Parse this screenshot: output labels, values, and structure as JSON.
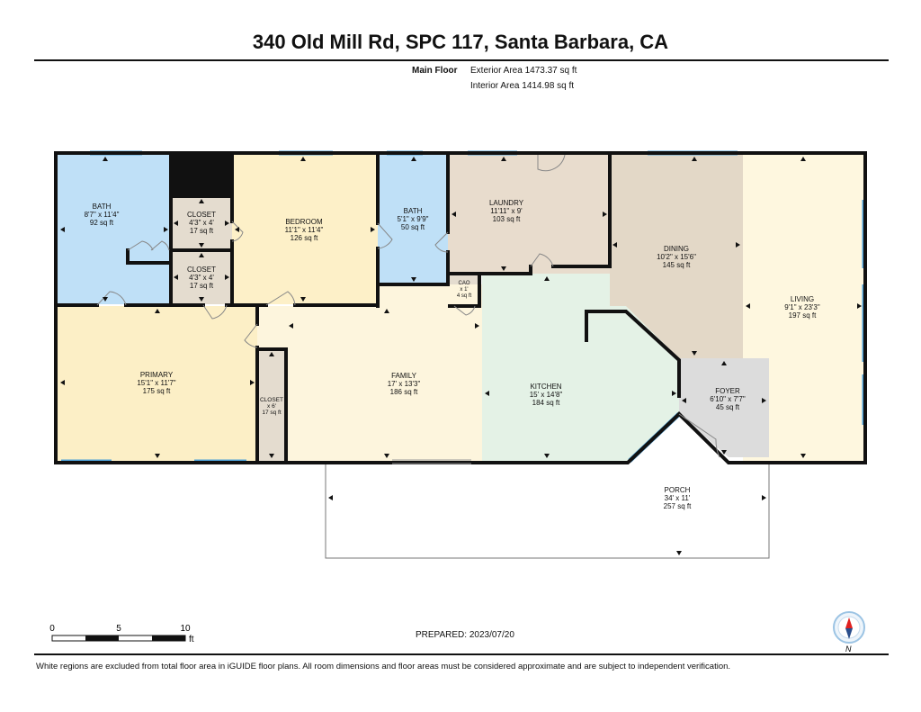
{
  "header": {
    "title": "340 Old Mill Rd, SPC 117, Santa Barbara, CA",
    "floor_label": "Main Floor",
    "exterior_area": "Exterior Area 1473.37 sq ft",
    "interior_area": "Interior Area 1414.98 sq ft"
  },
  "rooms": {
    "bath1": {
      "name": "BATH",
      "dims": "8'7\" x 11'4\"",
      "area": "92 sq ft"
    },
    "closet1": {
      "name": "CLOSET",
      "dims": "4'3\" x 4'",
      "area": "17 sq ft"
    },
    "closet2": {
      "name": "CLOSET",
      "dims": "4'3\" x 4'",
      "area": "17 sq ft"
    },
    "bedroom": {
      "name": "BEDROOM",
      "dims": "11'1\" x 11'4\"",
      "area": "126 sq ft"
    },
    "bath2": {
      "name": "BATH",
      "dims": "5'1\" x 9'9\"",
      "area": "50 sq ft"
    },
    "laundry": {
      "name": "LAUNDRY",
      "dims": "11'11\" x 9'",
      "area": "103 sq ft"
    },
    "cao": {
      "name": "CAO",
      "dims": "x 1'",
      "area": "4 sq ft"
    },
    "dining": {
      "name": "DINING",
      "dims": "10'2\" x 15'6\"",
      "area": "145 sq ft"
    },
    "living": {
      "name": "LIVING",
      "dims": "9'1\" x 23'3\"",
      "area": "197 sq ft"
    },
    "primary": {
      "name": "PRIMARY",
      "dims": "15'1\" x 11'7\"",
      "area": "175 sq ft"
    },
    "closet3": {
      "name": "CLOSET",
      "dims": "x 6'",
      "area": "17 sq ft"
    },
    "family": {
      "name": "FAMILY",
      "dims": "17' x 13'3\"",
      "area": "186 sq ft"
    },
    "kitchen": {
      "name": "KITCHEN",
      "dims": "15' x 14'8\"",
      "area": "184 sq ft"
    },
    "foyer": {
      "name": "FOYER",
      "dims": "6'10\" x 7'7\"",
      "area": "45 sq ft"
    },
    "porch": {
      "name": "PORCH",
      "dims": "34' x 11'",
      "area": "257 sq ft"
    }
  },
  "room_colors": {
    "bath": "#bfe0f7",
    "bedroom": "#fdf0c8",
    "closet": "#e4dccf",
    "laundry": "#e8dccd",
    "dining": "#e3d8c7",
    "living": "#fef7df",
    "primary": "#fcefc6",
    "family": "#fdf5dd",
    "kitchen": "#e4f2e6",
    "foyer": "#dcdcdc",
    "dark": "#111111",
    "wall": "#111111",
    "window": "#4d9fd6"
  },
  "scale": {
    "t0": "0",
    "t5": "5",
    "t10": "10",
    "unit": "ft"
  },
  "prepared": "PREPARED: 2023/07/20",
  "compass": {
    "label": "N",
    "icon": "compass-icon"
  },
  "footer": "White regions are excluded from total floor area in iGUIDE floor plans. All room dimensions and floor areas must be considered approximate and are subject to independent verification."
}
